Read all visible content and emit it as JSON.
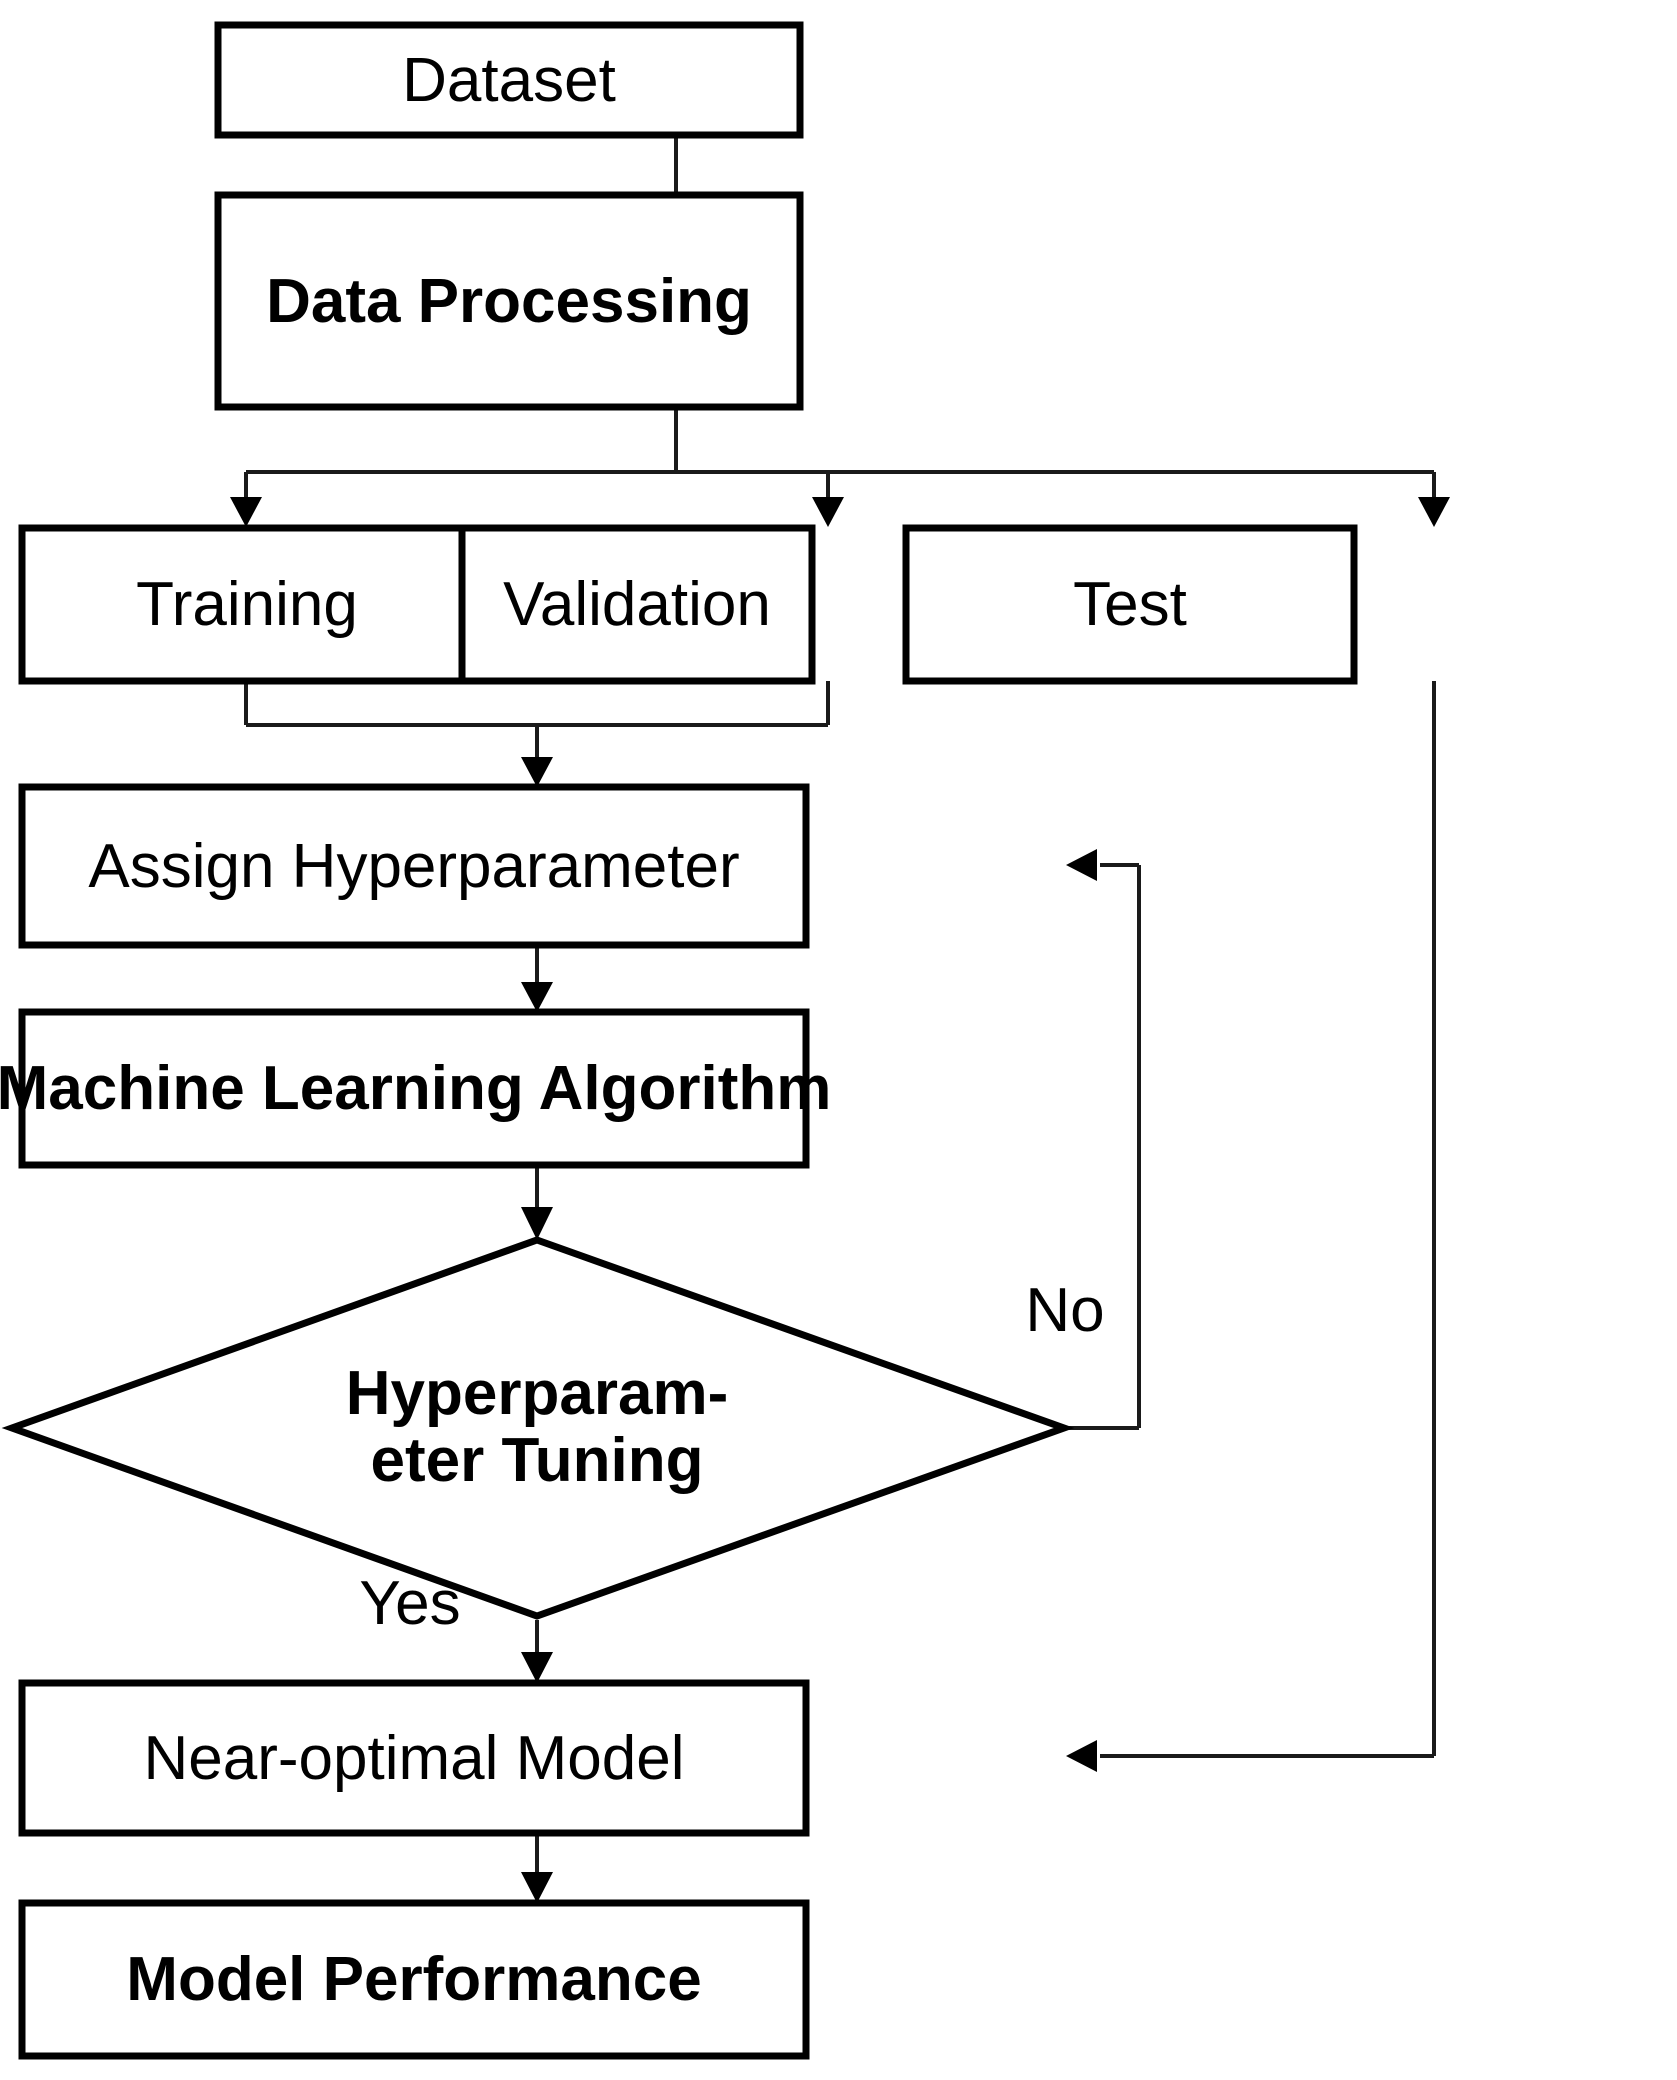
{
  "diagram": {
    "title": "Machine Learning Workflow Flowchart",
    "colors": {
      "background": "#ffffff",
      "node_fill": "#ffffff",
      "node_stroke": "#000000",
      "connector": "#1a1a1a",
      "text": "#000000"
    },
    "nodes": [
      {
        "id": "dataset",
        "label": "Dataset",
        "shape": "rect",
        "bold": false
      },
      {
        "id": "data-processing",
        "label": "Data Processing",
        "shape": "rect",
        "bold": true
      },
      {
        "id": "training",
        "label": "Training",
        "shape": "rect",
        "bold": false
      },
      {
        "id": "validation",
        "label": "Validation",
        "shape": "rect",
        "bold": false
      },
      {
        "id": "test",
        "label": "Test",
        "shape": "rect",
        "bold": false
      },
      {
        "id": "assign-hyperparameter",
        "label": "Assign Hyperparameter",
        "shape": "rect",
        "bold": false
      },
      {
        "id": "ml-algorithm",
        "label": "Machine Learning Algorithm",
        "shape": "rect",
        "bold": true
      },
      {
        "id": "hyperparameter-tuning",
        "label_line1": "Hyperparam-",
        "label_line2": "eter Tuning",
        "shape": "diamond",
        "bold": true
      },
      {
        "id": "near-optimal-model",
        "label": "Near-optimal Model",
        "shape": "rect",
        "bold": false
      },
      {
        "id": "model-performance",
        "label": "Model Performance",
        "shape": "rect",
        "bold": true
      }
    ],
    "edge_labels": {
      "no": "No",
      "yes": "Yes"
    },
    "edges": [
      {
        "from": "dataset",
        "to": "data-processing",
        "label": ""
      },
      {
        "from": "data-processing",
        "to": "training",
        "label": ""
      },
      {
        "from": "data-processing",
        "to": "validation",
        "label": ""
      },
      {
        "from": "data-processing",
        "to": "test",
        "label": ""
      },
      {
        "from": "training",
        "to": "assign-hyperparameter",
        "label": ""
      },
      {
        "from": "validation",
        "to": "assign-hyperparameter",
        "label": ""
      },
      {
        "from": "assign-hyperparameter",
        "to": "ml-algorithm",
        "label": ""
      },
      {
        "from": "ml-algorithm",
        "to": "hyperparameter-tuning",
        "label": ""
      },
      {
        "from": "hyperparameter-tuning",
        "to": "assign-hyperparameter",
        "label": "No"
      },
      {
        "from": "hyperparameter-tuning",
        "to": "near-optimal-model",
        "label": "Yes"
      },
      {
        "from": "test",
        "to": "near-optimal-model",
        "label": ""
      },
      {
        "from": "near-optimal-model",
        "to": "model-performance",
        "label": ""
      }
    ]
  }
}
